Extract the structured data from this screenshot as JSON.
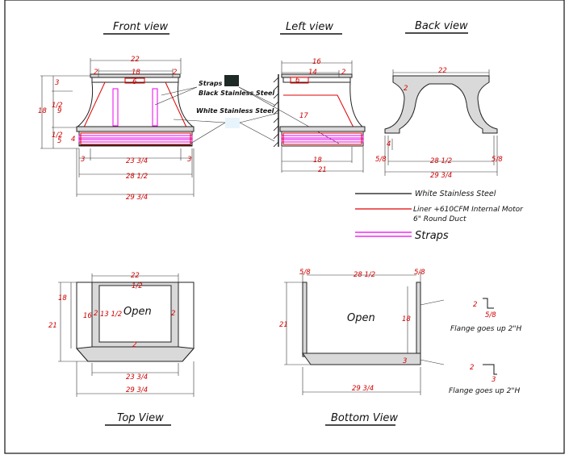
{
  "views": {
    "front": "Front view",
    "left": "Left view",
    "back": "Back view",
    "top": "Top View",
    "bottom": "Bottom View"
  },
  "callouts": {
    "straps": "Straps",
    "black_ss": "Black Stainless Steel",
    "white_ss": "White Stainless Steel"
  },
  "legend": {
    "white_ss": "White Stainless Steel",
    "liner_line1": "Liner +610CFM Internal Motor",
    "liner_line2": "6\" Round Duct",
    "straps": "Straps"
  },
  "open_label": "Open",
  "flange_note": "Flange goes up 2\"H",
  "dims": {
    "front": {
      "top": "22",
      "inner": "18",
      "left2": "2",
      "right2": "2",
      "six": "6",
      "three": "3",
      "eighteen": "18",
      "frac_half": "1/2",
      "nine": "9",
      "frac_half2": "1/2",
      "five": "5",
      "four": "4",
      "b3l": "3",
      "b3r": "3",
      "w1": "23 3/4",
      "w2": "28 1/2",
      "w3": "29 3/4"
    },
    "left": {
      "top": "16",
      "inner": "14",
      "two": "2",
      "six": "6",
      "seventeen": "17",
      "eighteen": "18",
      "twentyone": "21"
    },
    "back": {
      "top": "22",
      "two": "2",
      "four": "4",
      "fl": "5/8",
      "fr": "5/8",
      "w1": "28 1/2",
      "w2": "29 3/4"
    },
    "top": {
      "top": "22",
      "sub": "1/2",
      "eighteen": "18",
      "twentyone": "21",
      "sixteen": "16",
      "two_a": "2",
      "thirteen": "13 1/2",
      "two_b": "2",
      "two_c": "2",
      "w1": "23 3/4",
      "w2": "29 3/4"
    },
    "bottom": {
      "fl": "5/8",
      "fr": "5/8",
      "w1": "28 1/2",
      "twentyone": "21",
      "eighteen": "18",
      "three": "3",
      "w2": "29 3/4",
      "f2a": "2",
      "fa": "5/8",
      "f2b": "2",
      "fb": "3"
    }
  },
  "colors": {
    "red": "#e00000",
    "magenta": "#ee00ee",
    "black": "#222222",
    "fill": "#d9d9d9"
  }
}
